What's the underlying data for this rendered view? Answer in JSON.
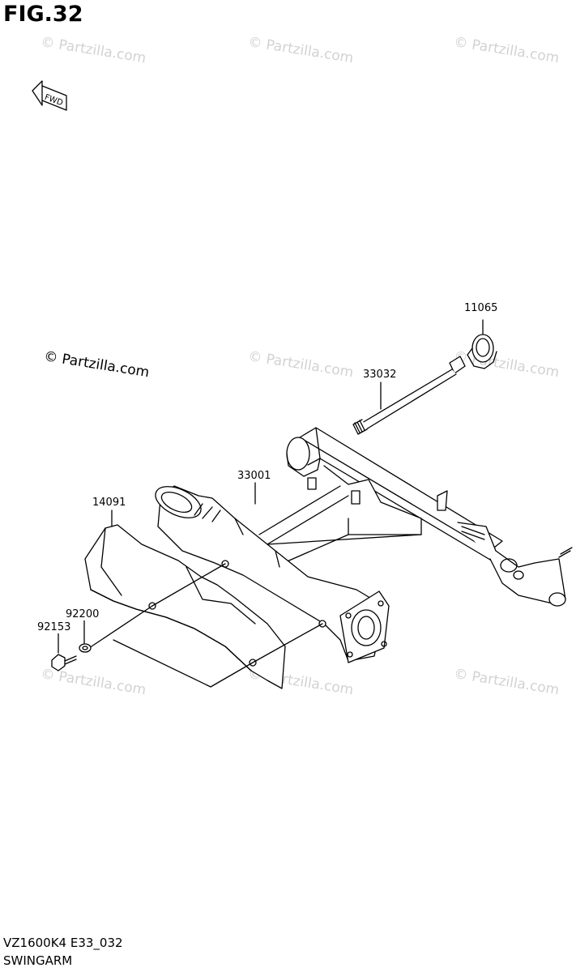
{
  "figure": {
    "title": "FIG.32"
  },
  "watermarks": [
    "© Partzilla.com",
    "© Partzilla.com",
    "© Partzilla.com",
    "© Partzilla.com",
    "© Partzilla.com",
    "© Partzilla.com",
    "© Partzilla.com",
    "© Partzilla.com",
    "© Partzilla.com"
  ],
  "watermark_main": "© Partzilla.com",
  "fwd_label": "FWD",
  "parts": {
    "p11065": "11065",
    "p33032": "33032",
    "p33001": "33001",
    "p14091": "14091",
    "p92200": "92200",
    "p92153": "92153"
  },
  "footer": {
    "code": "VZ1600K4 E33_032",
    "name": "SWINGARM"
  }
}
